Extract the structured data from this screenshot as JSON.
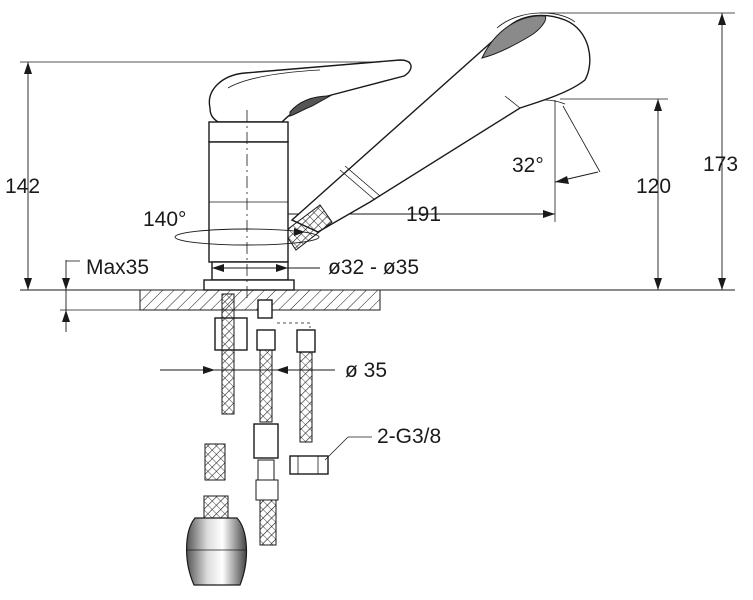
{
  "dimensions": {
    "height_total": "142",
    "height_spout": "173",
    "height_outlet": "120",
    "reach": "191",
    "spout_angle": "32°",
    "swivel_angle": "140°",
    "max_thickness": "Max35",
    "hole_diameter_range": "ø32 - ø35",
    "base_diameter": "ø 35",
    "connection": "2-G3/8"
  }
}
